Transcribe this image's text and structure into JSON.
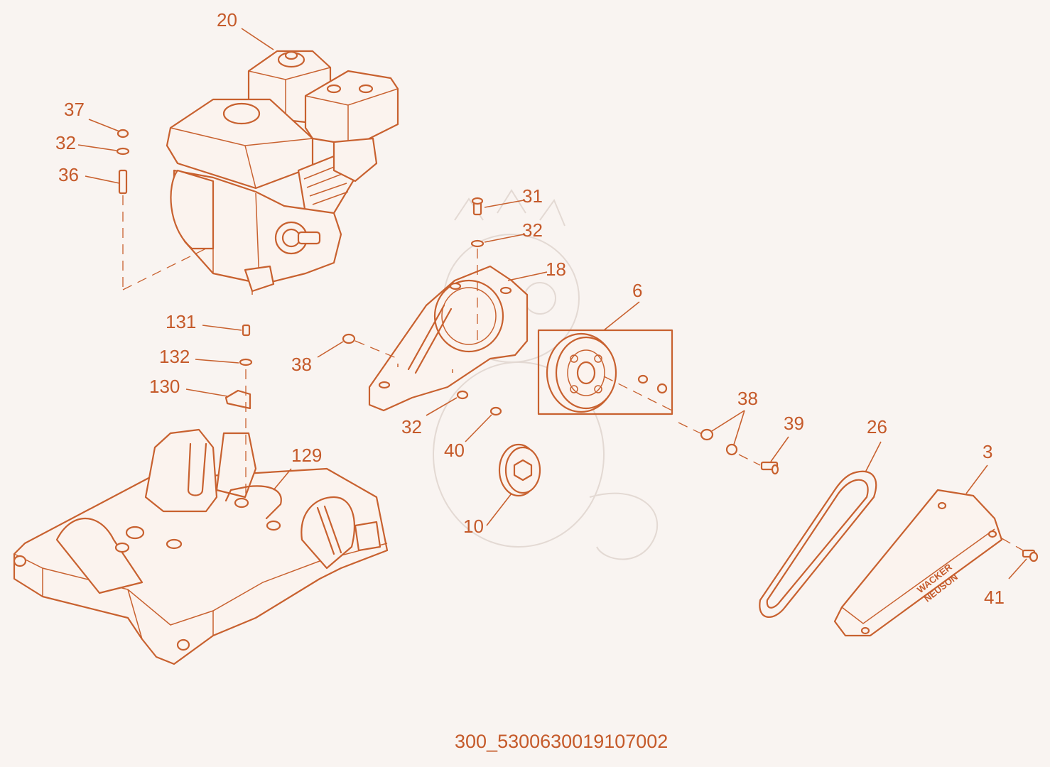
{
  "drawing_id": "300_5300630019107002",
  "logo_text": [
    "WACKER",
    "NEUSON"
  ],
  "colors": {
    "line": "#c8612f",
    "text": "#c55a2a",
    "background": "#f9f4f1"
  },
  "callouts": [
    {
      "key": "c20",
      "label": "20"
    },
    {
      "key": "c37",
      "label": "37"
    },
    {
      "key": "c32a",
      "label": "32"
    },
    {
      "key": "c36",
      "label": "36"
    },
    {
      "key": "c31",
      "label": "31"
    },
    {
      "key": "c32b",
      "label": "32"
    },
    {
      "key": "c18",
      "label": "18"
    },
    {
      "key": "c6",
      "label": "6"
    },
    {
      "key": "c131",
      "label": "131"
    },
    {
      "key": "c132",
      "label": "132"
    },
    {
      "key": "c130",
      "label": "130"
    },
    {
      "key": "c38a",
      "label": "38"
    },
    {
      "key": "c32c",
      "label": "32"
    },
    {
      "key": "c40",
      "label": "40"
    },
    {
      "key": "c38b",
      "label": "38"
    },
    {
      "key": "c39",
      "label": "39"
    },
    {
      "key": "c26",
      "label": "26"
    },
    {
      "key": "c3",
      "label": "3"
    },
    {
      "key": "c129",
      "label": "129"
    },
    {
      "key": "c10",
      "label": "10"
    },
    {
      "key": "c41",
      "label": "41"
    }
  ]
}
